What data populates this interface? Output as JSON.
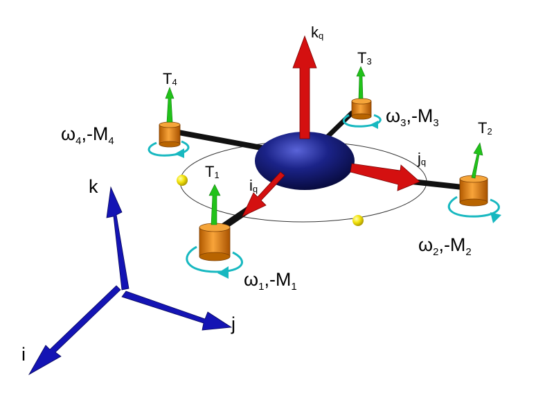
{
  "body_frame": {
    "k": "k",
    "j": "j",
    "i": "i"
  },
  "quad_axes": {
    "k": {
      "base": "k",
      "sub": "q"
    },
    "j": {
      "base": "j",
      "sub": "q"
    },
    "i": {
      "base": "i",
      "sub": "q"
    }
  },
  "rotors": [
    {
      "id": 1,
      "thrust": {
        "base": "T",
        "sub": "1"
      },
      "omega": {
        "base": "ω",
        "sub": "1"
      },
      "moment": {
        "base": ",-M",
        "sub": "1"
      }
    },
    {
      "id": 2,
      "thrust": {
        "base": "T",
        "sub": "2"
      },
      "omega": {
        "base": "ω",
        "sub": "2"
      },
      "moment": {
        "base": ",-M",
        "sub": "2"
      }
    },
    {
      "id": 3,
      "thrust": {
        "base": "T",
        "sub": "3"
      },
      "omega": {
        "base": "ω",
        "sub": "3"
      },
      "moment": {
        "base": ",-M",
        "sub": "3"
      }
    },
    {
      "id": 4,
      "thrust": {
        "base": "T",
        "sub": "4"
      },
      "omega": {
        "base": "ω",
        "sub": "4"
      },
      "moment": {
        "base": ",-M",
        "sub": "4"
      }
    }
  ],
  "colors": {
    "body": "#141a6e",
    "body_frame_arrows": "#1414b4",
    "quad_arrows": "#d41010",
    "thrust_arrows": "#21c21a",
    "motors": "#e8860e",
    "arms": "#111111",
    "rotation_arrows": "#17b8c0",
    "markers": "#e6d60a"
  }
}
